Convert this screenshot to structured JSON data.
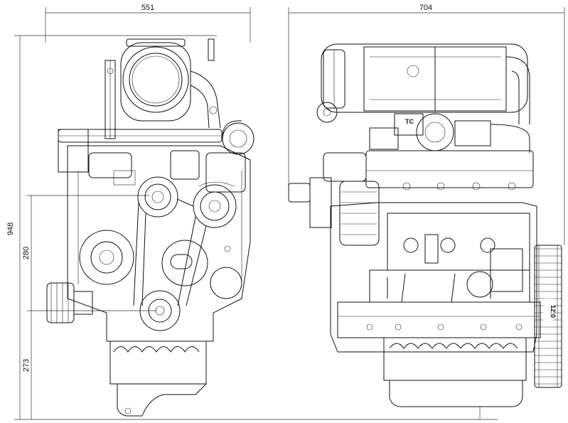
{
  "dimensions": {
    "front_width": "551",
    "side_length": "704",
    "total_height": "948",
    "pulley_center_height": "280",
    "base_height": "273"
  },
  "labels": {
    "turbo_tag": "TC",
    "flywheel_mark": "12:0"
  }
}
